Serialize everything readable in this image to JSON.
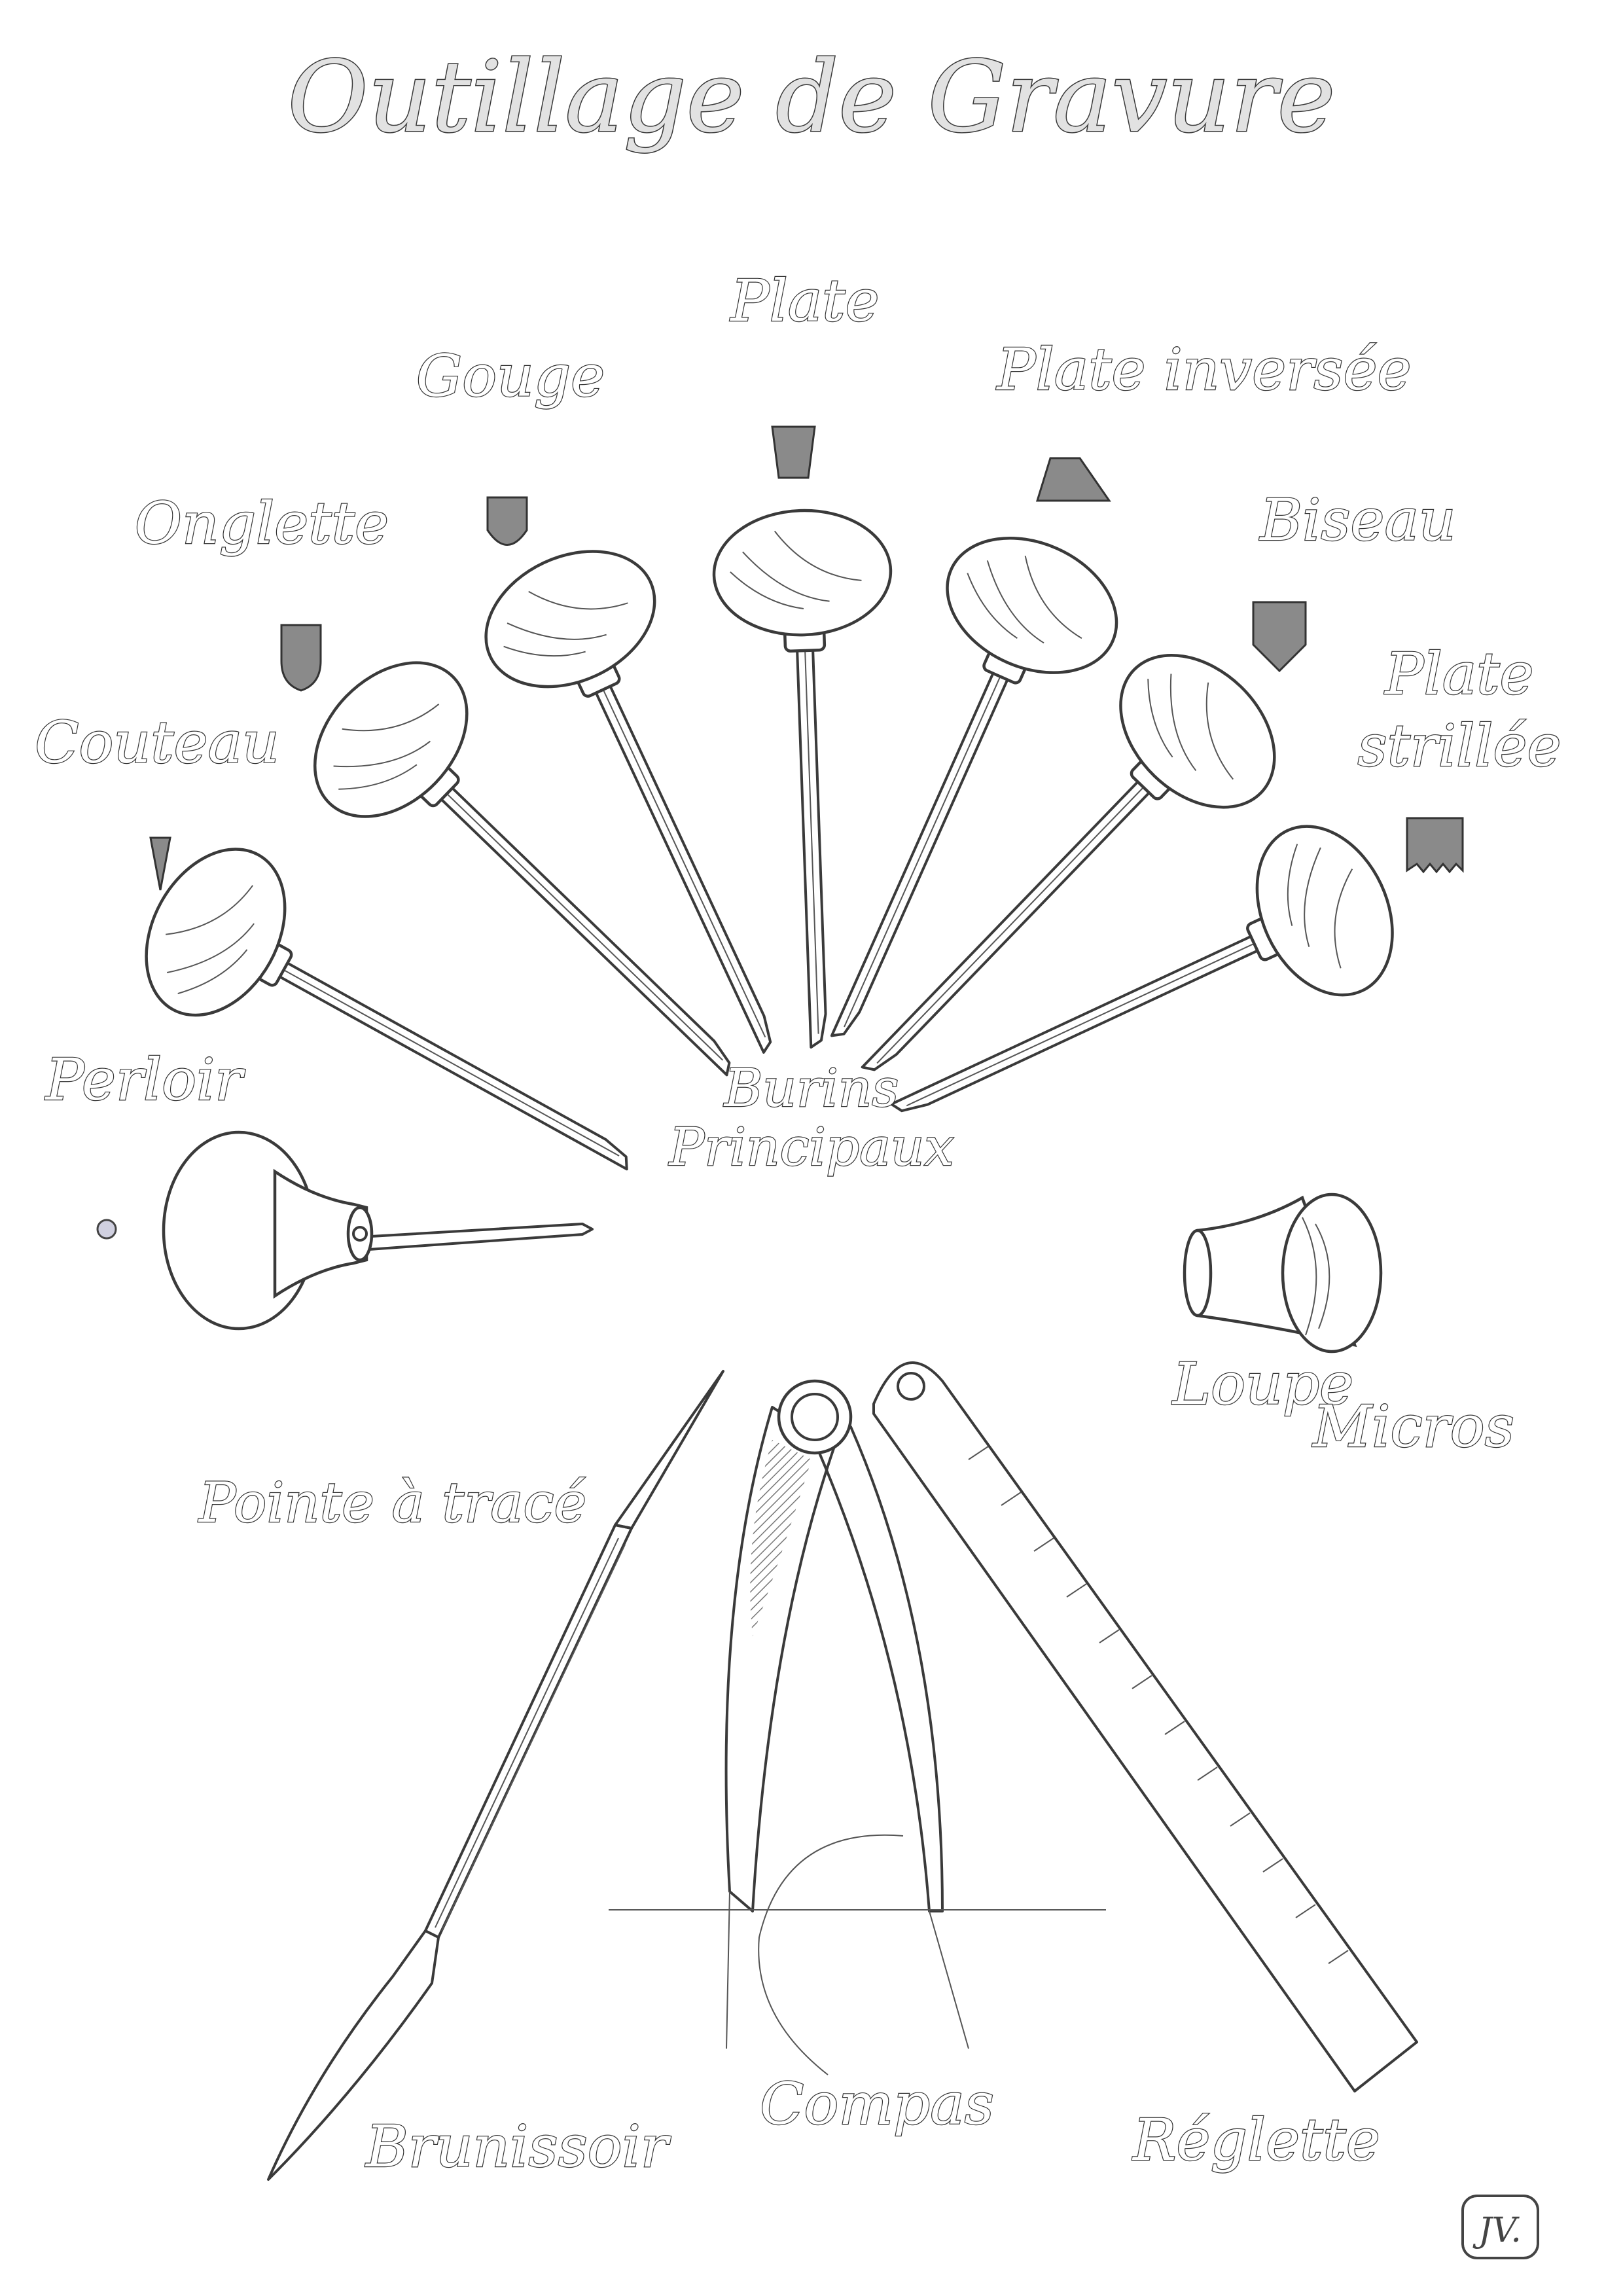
{
  "title": "Outillage de Gravure",
  "labels": {
    "plate": "Plate",
    "gouge": "Gouge",
    "plate_inversee": "Plate inversée",
    "onglette": "Onglette",
    "biseau": "Biseau",
    "couteau": "Couteau",
    "plate_strillee_1": "Plate",
    "plate_strillee_2": "strillée",
    "perloir": "Perloir",
    "burins_1": "Burins",
    "burins_2": "Principaux",
    "loupe": "Loupe",
    "micros": "Micros",
    "pointe": "Pointe à tracé",
    "brunissoir": "Brunissoir",
    "compas": "Compas",
    "reglette": "Réglette"
  },
  "signature": "JV."
}
